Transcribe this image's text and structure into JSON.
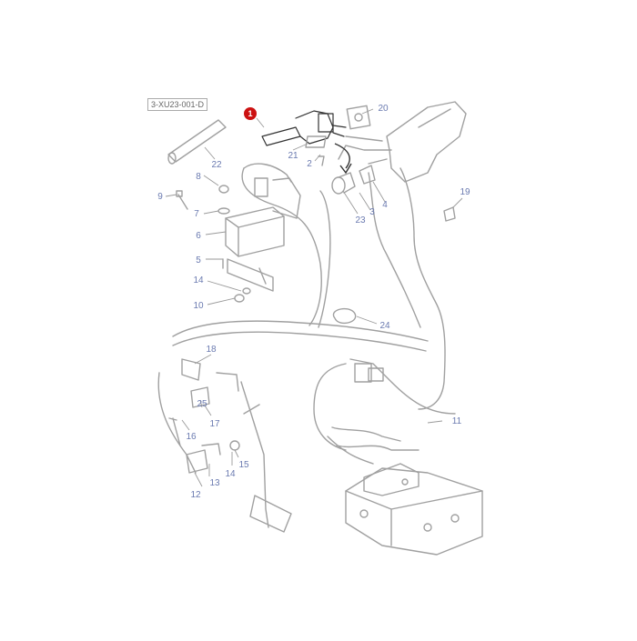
{
  "diagram": {
    "reference": "3-XU23-001-D",
    "highlight_color": "#cc1111",
    "callout_color": "#6a7ab0",
    "line_color": "#9a9a9a",
    "callouts": [
      {
        "label": "1",
        "highlighted": true
      },
      {
        "label": "2"
      },
      {
        "label": "3"
      },
      {
        "label": "4"
      },
      {
        "label": "5"
      },
      {
        "label": "6"
      },
      {
        "label": "7"
      },
      {
        "label": "8"
      },
      {
        "label": "9"
      },
      {
        "label": "10"
      },
      {
        "label": "11"
      },
      {
        "label": "12"
      },
      {
        "label": "13"
      },
      {
        "label": "14"
      },
      {
        "label": "14"
      },
      {
        "label": "15"
      },
      {
        "label": "16"
      },
      {
        "label": "17"
      },
      {
        "label": "18"
      },
      {
        "label": "19"
      },
      {
        "label": "20"
      },
      {
        "label": "21"
      },
      {
        "label": "22"
      },
      {
        "label": "23"
      },
      {
        "label": "24"
      },
      {
        "label": "25"
      }
    ]
  }
}
